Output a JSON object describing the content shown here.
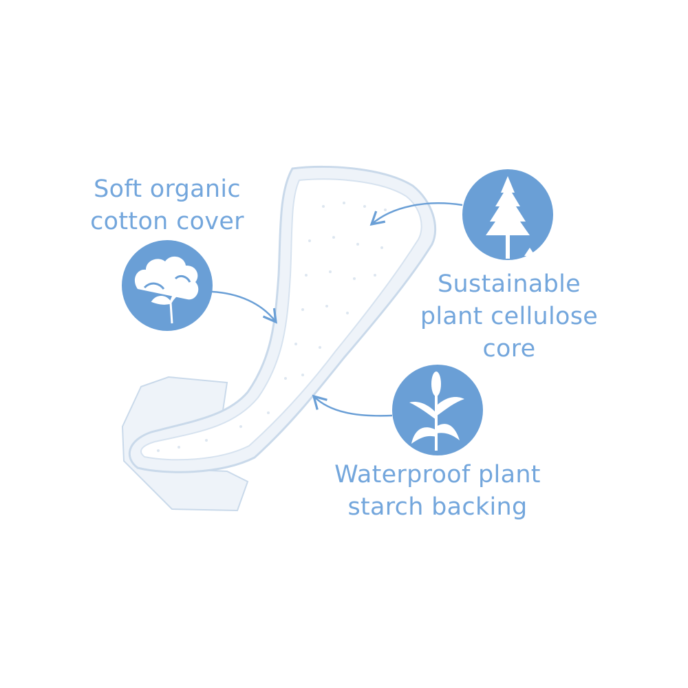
{
  "colors": {
    "accent": "#6a9fd6",
    "text": "#73a6dc",
    "pad_outline": "#c9d9ea",
    "pad_fill": "#eef4fa"
  },
  "features": [
    {
      "icon": "cotton-icon",
      "lines": [
        "Soft organic",
        "cotton cover"
      ]
    },
    {
      "icon": "tree-icon",
      "lines": [
        "Sustainable",
        "plant cellulose",
        "core"
      ]
    },
    {
      "icon": "corn-plant-icon",
      "lines": [
        "Waterproof plant",
        "starch backing"
      ]
    }
  ]
}
